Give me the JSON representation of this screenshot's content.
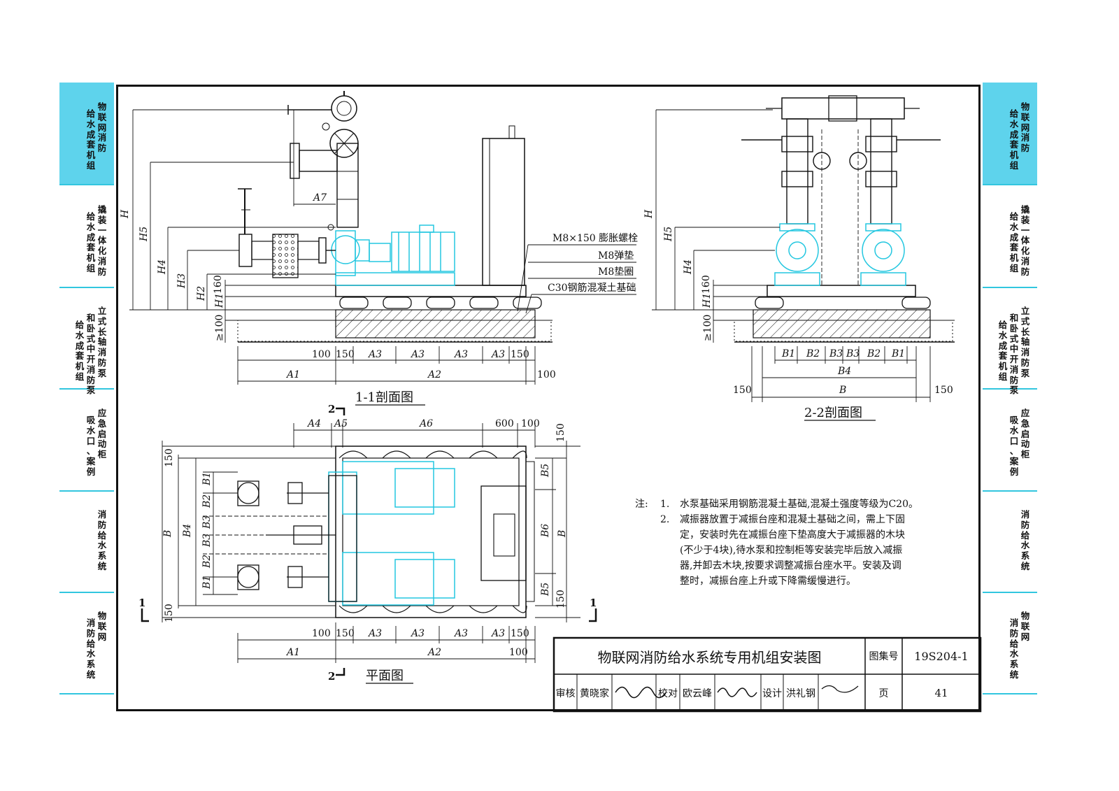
{
  "side_tabs": {
    "left": [
      {
        "lines": [
          "物联网消防",
          "给水成套机组"
        ],
        "active": true
      },
      {
        "lines": [
          "撬装一体化消防",
          "给水成套机组"
        ],
        "active": false
      },
      {
        "lines": [
          "立式长轴消防泵",
          "和卧式中开消防泵",
          "给水成套机组"
        ],
        "active": false
      },
      {
        "lines": [
          "应急启动柜",
          "吸水口、案例"
        ],
        "active": false
      },
      {
        "lines": [
          "消防给水系统"
        ],
        "active": false
      },
      {
        "lines": [
          "物联网",
          "消防给水系统"
        ],
        "active": false
      }
    ],
    "right": [
      {
        "lines": [
          "物联网消防",
          "给水成套机组"
        ],
        "active": true
      },
      {
        "lines": [
          "撬装一体化消防",
          "给水成套机组"
        ],
        "active": false
      },
      {
        "lines": [
          "立式长轴消防泵",
          "和卧式中开消防泵",
          "给水成套机组"
        ],
        "active": false
      },
      {
        "lines": [
          "应急启动柜",
          "吸水口、案例"
        ],
        "active": false
      },
      {
        "lines": [
          "消防给水系统"
        ],
        "active": false
      },
      {
        "lines": [
          "物联网",
          "消防给水系统"
        ],
        "active": false
      }
    ]
  },
  "views": {
    "section11": "1-1剖面图",
    "section22": "2-2剖面图",
    "plan": "平面图"
  },
  "callouts": [
    "M8×150 膨胀螺栓",
    "M8弹垫",
    "M8垫圈",
    "C30钢筋混凝土基础"
  ],
  "dims": {
    "d100": "100",
    "d150": "150",
    "d160": "160",
    "d600": "600",
    "dge100": "≥100",
    "A1": "A1",
    "A2": "A2",
    "A3": "A3",
    "A4": "A4",
    "A5": "A5",
    "A6": "A6",
    "A7": "A7",
    "B": "B",
    "B1": "B1",
    "B2": "B2",
    "B3": "B3",
    "B4": "B4",
    "B5": "B5",
    "B6": "B6",
    "H": "H",
    "H1": "H1",
    "H2": "H2",
    "H3": "H3",
    "H4": "H4",
    "H5": "H5"
  },
  "section_marks": {
    "one": "1",
    "two": "2"
  },
  "notes": {
    "label": "注:",
    "items": [
      {
        "num": "1.",
        "lines": [
          "水泵基础采用钢筋混凝土基础,混凝土强度等级为C20。"
        ]
      },
      {
        "num": "2.",
        "lines": [
          "减振器放置于减振台座和混凝土基础之间，需上下固",
          "定，安装时先在减振台座下垫高度大于减振器的木块",
          "(不少于4块),待水泵和控制柜等安装完毕后放入减振",
          "器,并卸去木块,按要求调整减振台座水平。安装及调",
          "整时，减振台座上升或下降需缓慢进行。"
        ]
      }
    ]
  },
  "title_block": {
    "title": "物联网消防给水系统专用机组安装图",
    "atlas_label": "图集号",
    "atlas_no": "19S204-1",
    "review_label": "审核",
    "reviewer": "黄晓家",
    "check_label": "校对",
    "checker": "欧云峰",
    "design_label": "设计",
    "designer": "洪礼钢",
    "page_label": "页",
    "page_no": "41"
  },
  "colors": {
    "cyan": "#24c7e0",
    "tab_active": "#5ed3ec",
    "line": "#111111"
  }
}
